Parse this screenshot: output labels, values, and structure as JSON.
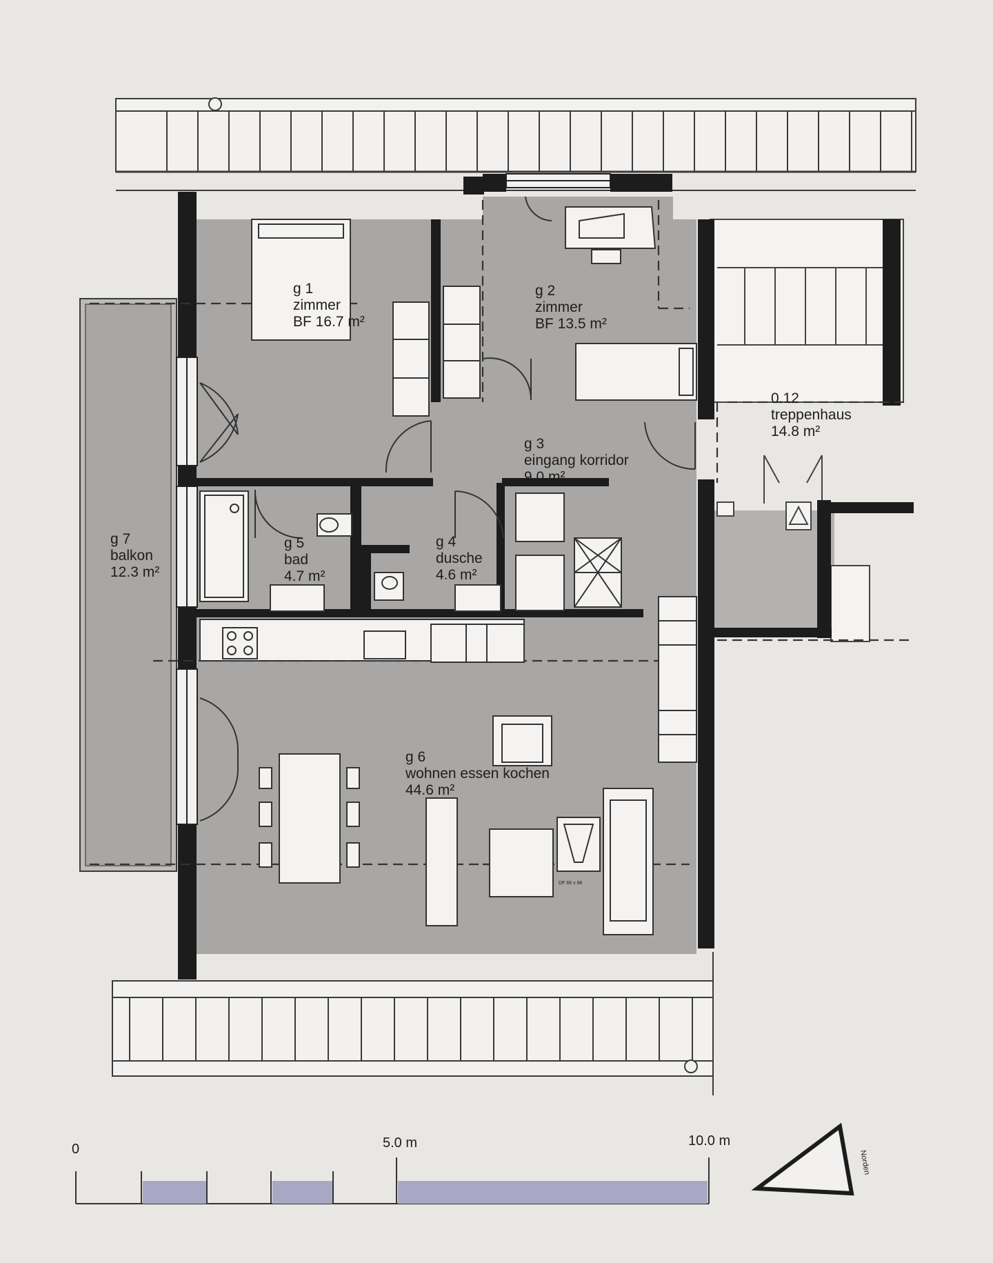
{
  "rooms": [
    {
      "id": "g1",
      "lines": [
        "g 1",
        "zimmer",
        "BF  16.7 m²"
      ]
    },
    {
      "id": "g2",
      "lines": [
        "g 2",
        "zimmer",
        "BF  13.5 m²"
      ]
    },
    {
      "id": "g3",
      "lines": [
        "g 3",
        "eingang korridor",
        "9.0 m²"
      ]
    },
    {
      "id": "g4",
      "lines": [
        "g 4",
        "dusche",
        "4.6 m²"
      ]
    },
    {
      "id": "g5",
      "lines": [
        "g 5",
        "bad",
        "4.7 m²"
      ]
    },
    {
      "id": "g6",
      "lines": [
        "g 6",
        "wohnen essen kochen",
        "44.6 m²"
      ]
    },
    {
      "id": "g7",
      "lines": [
        "g 7",
        "balkon",
        "12.3 m²"
      ]
    },
    {
      "id": "stair",
      "lines": [
        "0.12",
        "treppenhaus",
        "14.8 m²"
      ]
    }
  ],
  "skylight_label": "DF 66 x 98",
  "scale_bar": {
    "labels": [
      "0",
      "5.0 m",
      "10.0 m"
    ]
  },
  "north_label": "Norden",
  "colors": {
    "paper": "#e9e7e4",
    "room_fill": "#a9a7a5",
    "wall": "#1c1c1c",
    "line": "#3a3a3a",
    "scale_fill": "#a9a8c4"
  }
}
